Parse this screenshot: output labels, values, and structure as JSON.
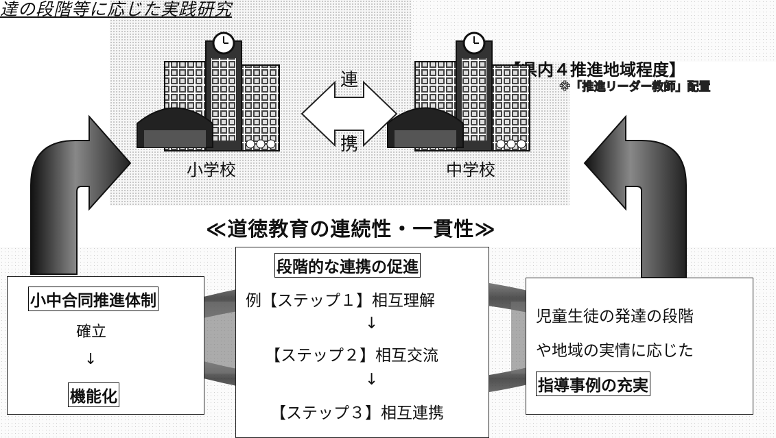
{
  "title": "達の段階等に応じた実践研究",
  "region": {
    "line1": "【県内４推進地域程度】",
    "line2": "※「推進リーダー教師」配置"
  },
  "link": {
    "char1": "連",
    "char2": "携"
  },
  "schools": {
    "elementary": "小学校",
    "junior_high": "中学校"
  },
  "theme": "≪道徳教育の連続性・一貫性≫",
  "left_box": {
    "heading": "小中合同推進体制",
    "line2": "確立",
    "arrow": "↓",
    "line4": "機能化"
  },
  "center_box": {
    "heading": "段階的な連携の促進",
    "step1": "例【ステップ１】相互理解",
    "arrow1": "↓",
    "step2": "【ステップ２】相互交流",
    "arrow2": "↓",
    "step3": "【ステップ３】相互連携"
  },
  "right_box": {
    "line1": "児童生徒の発達の段階",
    "line2": "や地域の実情に応じた",
    "line3": "指導事例の充実"
  }
}
